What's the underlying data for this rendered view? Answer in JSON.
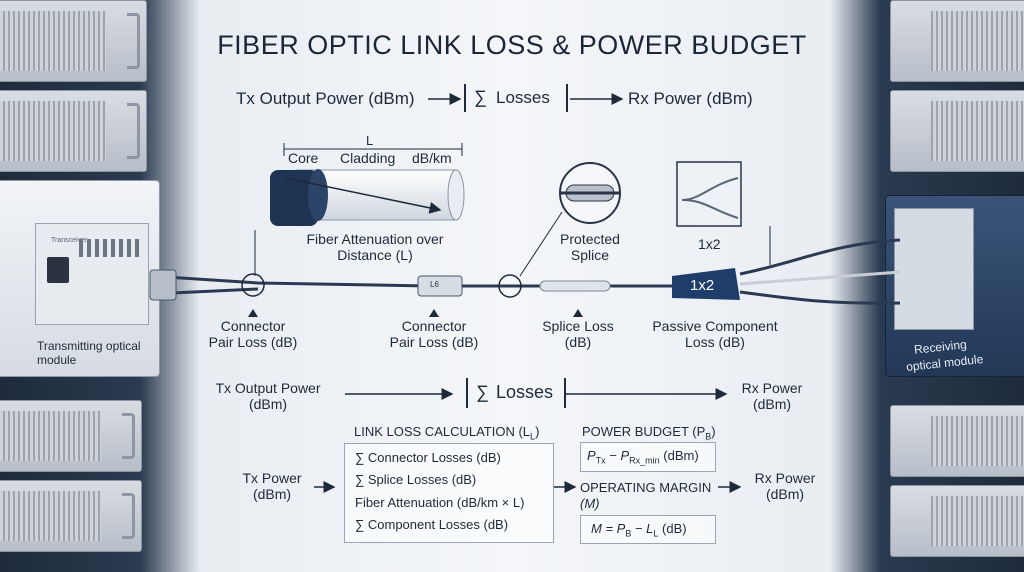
{
  "title": "FIBER OPTIC LINK LOSS & POWER BUDGET",
  "top_flow": {
    "tx": "Tx Output Power (dBm)",
    "sum_symbol": "∑",
    "losses": "Losses",
    "rx": "Rx Power (dBm)"
  },
  "fiber": {
    "length_label": "L",
    "core": "Core",
    "cladding": "Cladding",
    "attenuation_unit": "dB/km",
    "caption_line1": "Fiber Attenuation over",
    "caption_line2": "Distance (L)"
  },
  "splice_inset": {
    "line1": "Protected",
    "line2": "Splice"
  },
  "splitter_inset": {
    "label": "1x2"
  },
  "splitter_body": {
    "label": "1x2"
  },
  "connector_inline_text": "L6",
  "tx_module": {
    "label": "Transmitting optical module",
    "brand": "Transceiver"
  },
  "rx_module": {
    "line1": "Receiving",
    "line2": "optical module"
  },
  "link_labels": [
    {
      "line1": "Connector",
      "line2": "Pair Loss (dB)"
    },
    {
      "line1": "Connector",
      "line2": "Pair Loss (dB)"
    },
    {
      "line1": "Splice Loss",
      "line2": "(dB)"
    },
    {
      "line1": "Passive Component",
      "line2": "Loss (dB)"
    }
  ],
  "middle_flow": {
    "tx_line1": "Tx Output Power",
    "tx_line2": "(dBm)",
    "sum_symbol": "∑",
    "losses": "Losses",
    "rx_line1": "Rx Power",
    "rx_line2": "(dBm)"
  },
  "calc": {
    "tx_line1": "Tx Power",
    "tx_line2": "(dBm)",
    "link_loss_title": "LINK LOSS CALCULATION (L",
    "link_loss_sub": "L",
    "link_loss_close": ")",
    "items": [
      "∑ Connector Losses (dB)",
      "∑ Splice Losses (dB)",
      "Fiber Attenuation (dB/km × L)",
      "∑ Component Losses (dB)"
    ],
    "power_budget_title": "POWER BUDGET (P",
    "power_budget_sub": "B",
    "power_budget_close": ")",
    "power_budget_formula": "P",
    "pb_sub1": "Tx",
    "pb_minus": " − P",
    "pb_sub2": "Rx_min",
    "pb_unit": " (dBm)",
    "margin_title": "OPERATING MARGIN",
    "margin_symbol": "(M)",
    "margin_formula_a": "M = P",
    "margin_sub1": "B",
    "margin_formula_b": " − L",
    "margin_sub2": "L",
    "margin_unit": " (dB)",
    "rx_line1": "Rx Power",
    "rx_line2": "(dBm)"
  },
  "colors": {
    "accent": "#1f3d6b",
    "cable": "#2b3a52",
    "rack_dark": "#1f2b3c"
  }
}
